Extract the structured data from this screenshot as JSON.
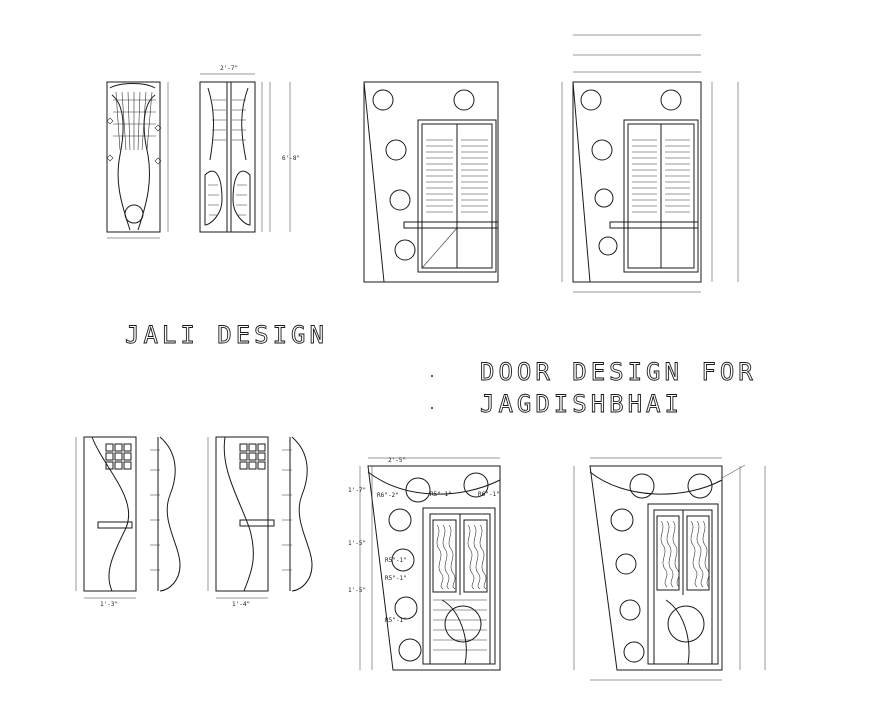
{
  "labels": {
    "jali_title": "JALI DESIGN",
    "door_title_line1": "DOOR DESIGN FOR",
    "door_title_line2": "JAGDISHBHAI"
  },
  "dimensions": {
    "top_left_width": "2'-7\"",
    "top_left_height": "6'-8\"",
    "bottom_mid_top": "2'-5\"",
    "bottom_mid_left1": "1'-7\"",
    "bottom_mid_left2": "1'-5\"",
    "bottom_mid_left3": "1'-5\"",
    "radius_1": "R6\"-2\"",
    "radius_2": "R5\"-1\"",
    "radius_3": "R6\"-1\"",
    "radius_4": "R5\"-1\"",
    "radius_5": "R5\"-1\"",
    "radius_6": "R5\"-1\"",
    "jali_width": "1'-3\"",
    "jali_width2": "1'-4\""
  }
}
